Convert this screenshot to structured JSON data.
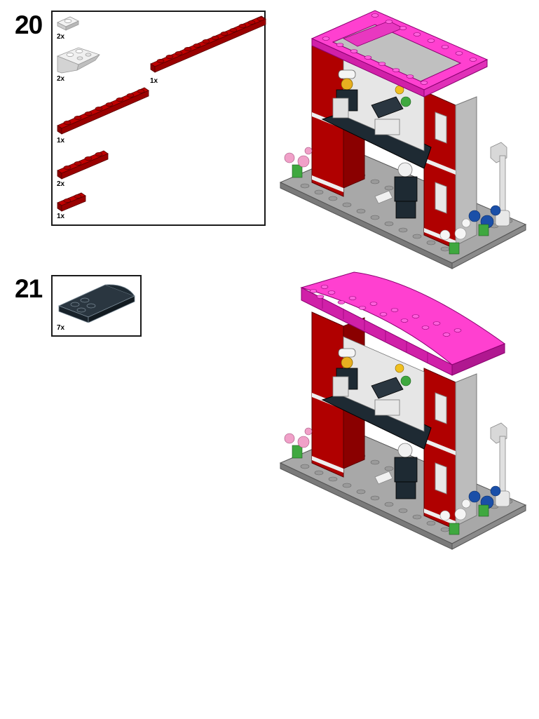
{
  "page": {
    "type": "building-instructions",
    "colors": {
      "dark_red": "#a00000",
      "magenta": "#ff33cc",
      "dark_bluish_gray": "#1e2a33",
      "light_gray": "#a0a0a0",
      "white": "#f2f2f2",
      "plant_green": "#3fa83f",
      "blue": "#1a4fa8",
      "pink": "#f0a0c8"
    }
  },
  "steps": [
    {
      "number": "20",
      "parts": [
        {
          "name": "white plate 1x2 (jumper)",
          "quantity": "2x"
        },
        {
          "name": "white inverted slope 2x2",
          "quantity": "2x"
        },
        {
          "name": "dark red plate 1x12",
          "quantity": "1x"
        },
        {
          "name": "dark red plate 1x8",
          "quantity": "1x"
        },
        {
          "name": "dark red plate 1x4",
          "quantity": "2x"
        },
        {
          "name": "dark red plate 1x2",
          "quantity": "1x"
        }
      ],
      "model_description": "Two-story dark red building with magenta roof frame, dark gray floor, minifigures, flowers and street lamp on gray baseplate"
    },
    {
      "number": "21",
      "parts": [
        {
          "name": "dark bluish gray curved slope 2x4",
          "quantity": "7x"
        }
      ],
      "model_description": "Same building with a curved magenta roof added on top"
    }
  ]
}
